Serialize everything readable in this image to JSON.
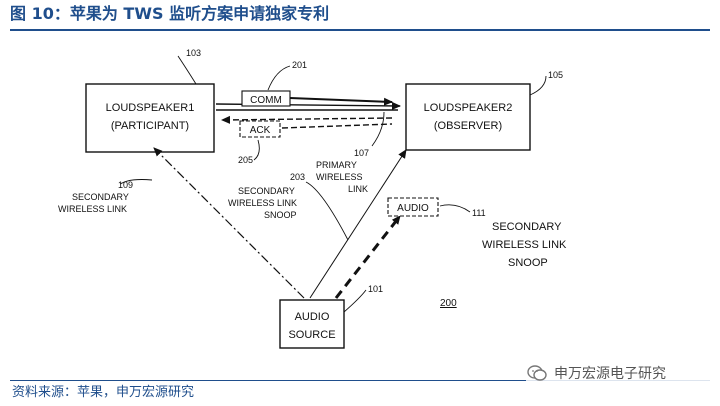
{
  "figure": {
    "title": "图 10：苹果为 TWS 监听方案申请独家专利",
    "source": "资料来源：苹果，申万宏源研究",
    "watermark": "申万宏源电子研究"
  },
  "patent": {
    "nodes": {
      "speaker1": {
        "line1": "LOUDSPEAKER1",
        "line2": "(PARTICIPANT)",
        "ref": "103"
      },
      "speaker2": {
        "line1": "LOUDSPEAKER2",
        "line2": "(OBSERVER)",
        "ref": "105"
      },
      "audio_source": {
        "line1": "AUDIO",
        "line2": "SOURCE",
        "ref": "101"
      },
      "comm": {
        "label": "COMM",
        "ref": "201"
      },
      "ack": {
        "label": "ACK",
        "ref": "205"
      },
      "audio_packet": {
        "label": "AUDIO",
        "ref": "111"
      }
    },
    "labels": {
      "primary_ref": "107",
      "primary_1": "PRIMARY",
      "primary_2": "WIRELESS",
      "primary_3": "LINK",
      "sec_ref": "109",
      "sec_1": "SECONDARY",
      "sec_2": "WIRELESS LINK",
      "snoop_ref": "203",
      "snoop_1": "SECONDARY",
      "snoop_2": "WIRELESS LINK",
      "snoop_3": "SNOOP",
      "snoop111_1": "SECONDARY",
      "snoop111_2": "WIRELESS LINK",
      "snoop111_3": "SNOOP",
      "figure_number": "200"
    }
  }
}
